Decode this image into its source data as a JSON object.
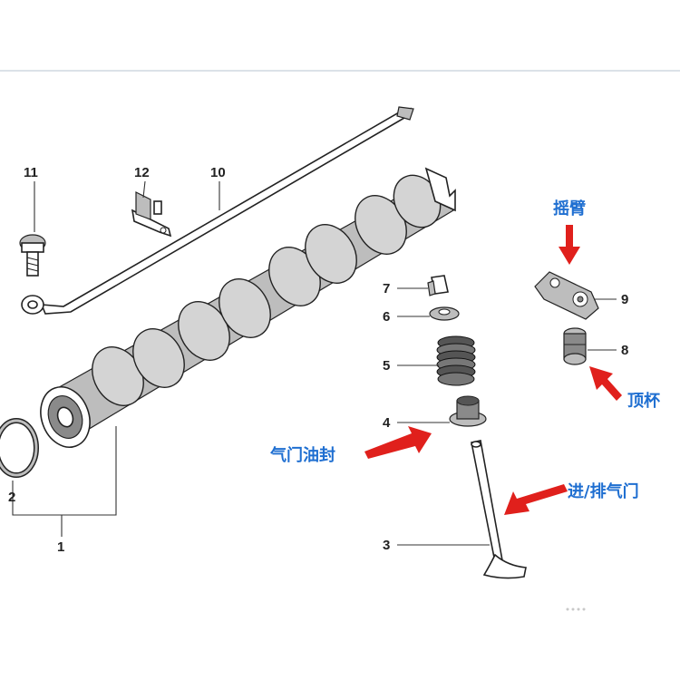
{
  "labels": {
    "n1": "1",
    "n2": "2",
    "n3": "3",
    "n4": "4",
    "n5": "5",
    "n6": "6",
    "n7": "7",
    "n8": "8",
    "n9": "9",
    "n10": "10",
    "n11": "11",
    "n12": "12"
  },
  "callouts": {
    "rocker_arm": "摇臂",
    "tappet": "顶杯",
    "valve_seal": "气门油封",
    "intake_exhaust_valve": "进/排气门"
  },
  "colors": {
    "callout_text": "#1f6fd1",
    "arrow": "#e0201c",
    "divider": "#cfd8e0"
  }
}
